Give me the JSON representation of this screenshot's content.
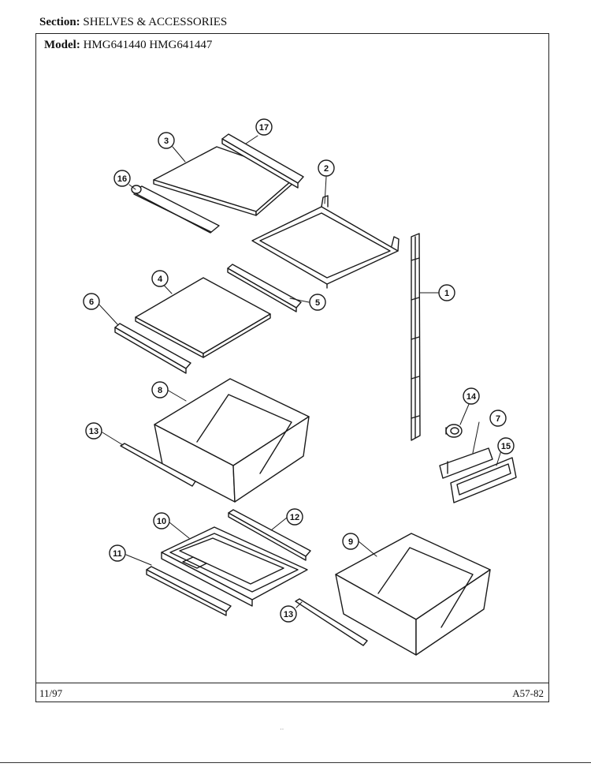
{
  "header": {
    "section_label": "Section:",
    "section_value": "SHELVES & ACCESSORIES",
    "model_label": "Model:",
    "model_value": "HMG641440  HMG641447"
  },
  "footer": {
    "date": "11/97",
    "page_code": "A57-82"
  },
  "callouts": [
    "1",
    "2",
    "3",
    "4",
    "5",
    "6",
    "7",
    "8",
    "9",
    "10",
    "11",
    "12",
    "13",
    "13",
    "14",
    "15",
    "16",
    "17"
  ],
  "stray_mark": "··"
}
